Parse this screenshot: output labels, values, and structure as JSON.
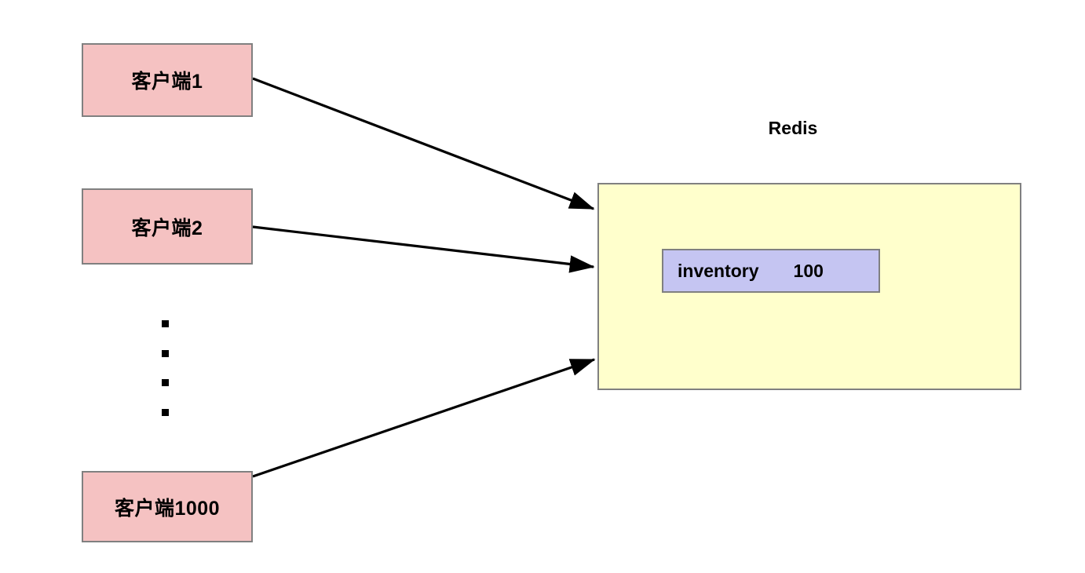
{
  "diagram": {
    "title": "Redis inventory concurrency diagram",
    "background": "#ffffff",
    "clients": [
      {
        "id": "client-1",
        "label": "客户端1"
      },
      {
        "id": "client-2",
        "label": "客户端2"
      },
      {
        "id": "client-1000",
        "label": "客户端1000"
      }
    ],
    "ellipsis_dots": 4,
    "server": {
      "title": "Redis",
      "entry": {
        "key": "inventory",
        "value": "100"
      }
    },
    "arrows": [
      {
        "from": "client-1",
        "to": "redis-box"
      },
      {
        "from": "client-2",
        "to": "redis-box"
      },
      {
        "from": "client-1000",
        "to": "redis-box"
      }
    ],
    "colors": {
      "client_fill": "#f5c2c2",
      "server_fill": "#ffffcc",
      "entry_fill": "#c5c5f2",
      "border": "#808080",
      "arrow": "#000000",
      "text": "#000000"
    }
  }
}
